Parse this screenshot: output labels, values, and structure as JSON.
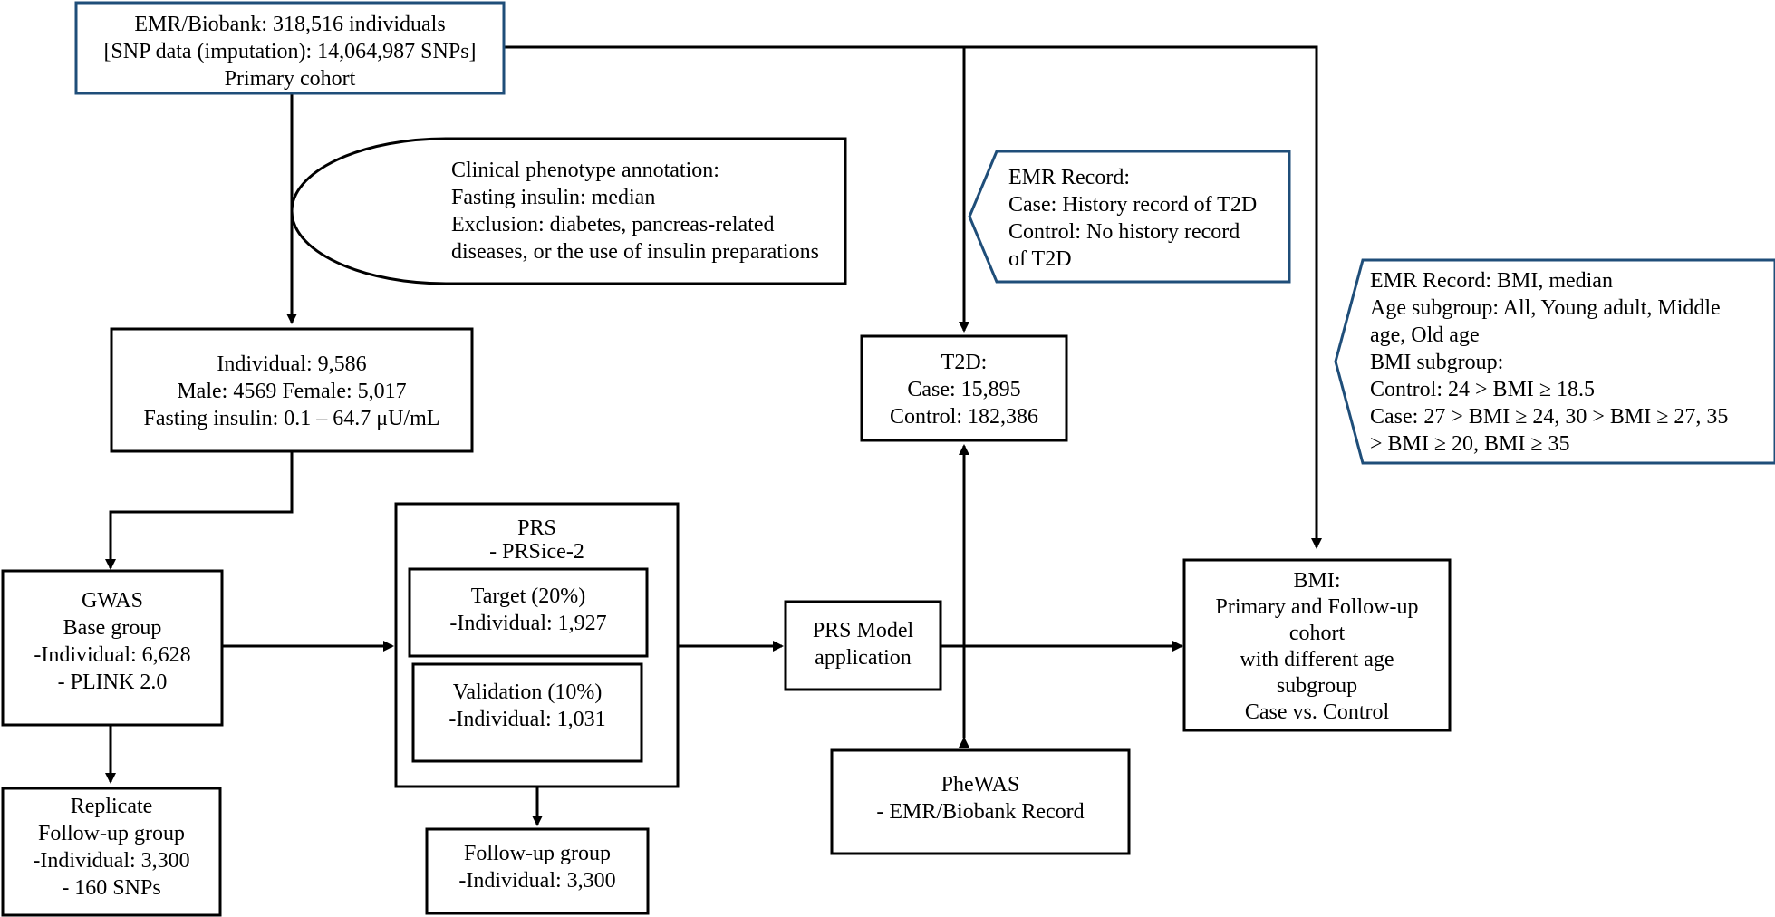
{
  "colors": {
    "line": "#000000",
    "box_border": "#000000",
    "primary_border": "#1f4e79",
    "callout_border": "#1f4e79",
    "background": "#ffffff"
  },
  "nodes": {
    "primary": {
      "lines": [
        "EMR/Biobank: 318,516 individuals",
        "[SNP data (imputation): 14,064,987 SNPs]",
        "Primary cohort"
      ]
    },
    "phenotype": {
      "lines": [
        "Clinical phenotype annotation:",
        "Fasting insulin: median",
        "Exclusion: diabetes, pancreas-related",
        "diseases, or the use of insulin preparations"
      ]
    },
    "individual": {
      "lines": [
        "Individual: 9,586",
        "Male: 4569 Female: 5,017",
        "Fasting insulin: 0.1 – 64.7 μU/mL"
      ]
    },
    "gwas": {
      "lines": [
        "GWAS",
        "Base group",
        "-Individual: 6,628",
        "- PLINK 2.0"
      ]
    },
    "replicate": {
      "lines": [
        "Replicate",
        "Follow-up group",
        "-Individual: 3,300",
        "- 160 SNPs"
      ]
    },
    "prs": {
      "lines": [
        "PRS",
        "- PRSice-2"
      ]
    },
    "target": {
      "lines": [
        "Target (20%)",
        "-Individual: 1,927"
      ]
    },
    "validation": {
      "lines": [
        "Validation (10%)",
        "-Individual: 1,031"
      ]
    },
    "followup": {
      "lines": [
        "Follow-up group",
        "-Individual: 3,300"
      ]
    },
    "prs_model": {
      "lines": [
        "PRS Model",
        "application"
      ]
    },
    "emr_t2d": {
      "lines": [
        "EMR Record:",
        "Case: History record of T2D",
        "Control: No history record",
        "of T2D"
      ]
    },
    "t2d": {
      "lines": [
        "T2D:",
        "Case: 15,895",
        "Control: 182,386"
      ]
    },
    "emr_bmi": {
      "lines": [
        "EMR Record: BMI, median",
        "Age subgroup: All, Young adult, Middle",
        "age, Old age",
        "BMI subgroup:",
        "Control: 24 > BMI ≥ 18.5",
        "Case: 27 > BMI ≥ 24, 30 > BMI ≥ 27, 35",
        "> BMI ≥ 20,  BMI ≥ 35"
      ]
    },
    "bmi": {
      "lines": [
        "BMI:",
        "Primary and Follow-up",
        "cohort",
        "with different age",
        "subgroup",
        "Case vs. Control"
      ]
    },
    "phewas": {
      "lines": [
        "PheWAS",
        "- EMR/Biobank Record"
      ]
    }
  }
}
